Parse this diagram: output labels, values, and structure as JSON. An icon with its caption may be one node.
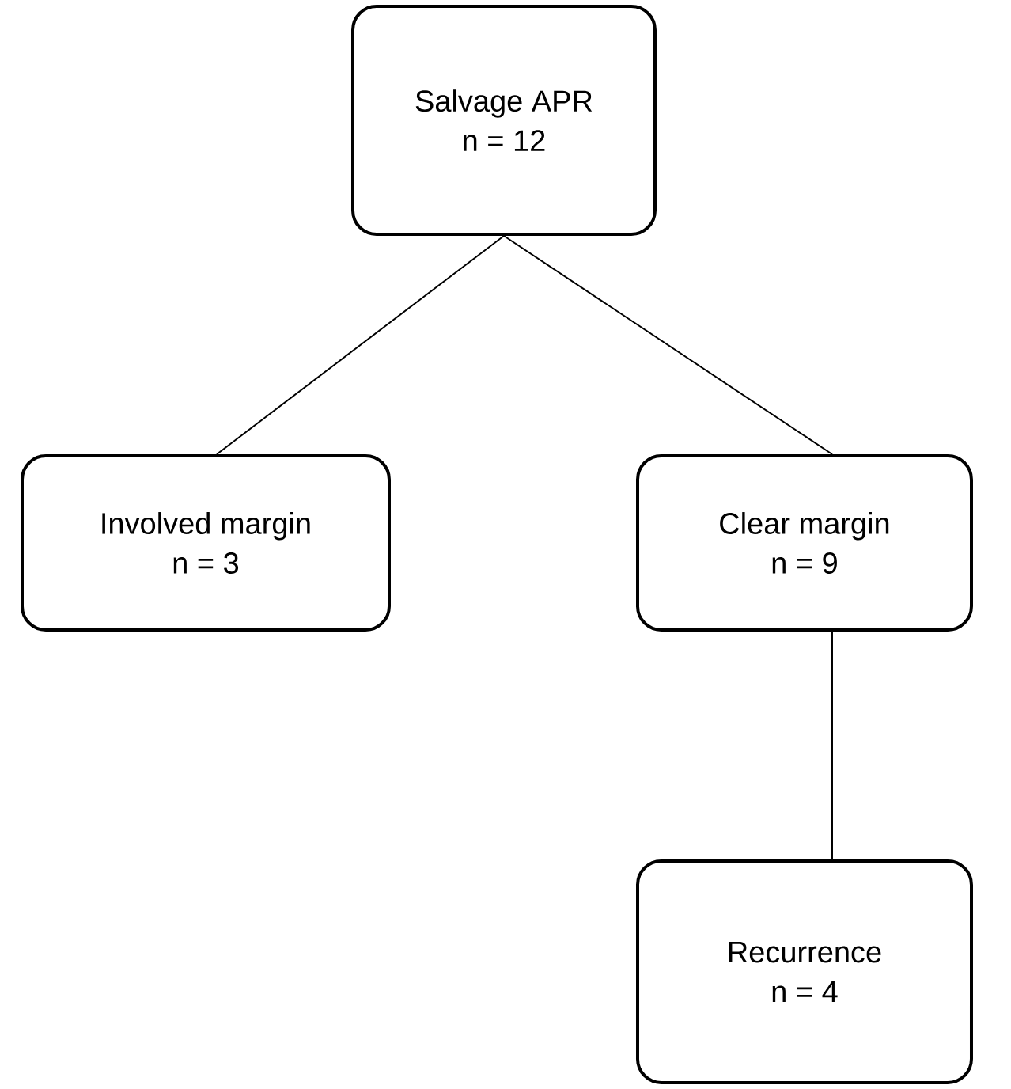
{
  "diagram": {
    "nodes": [
      {
        "text": [
          "Salvage APR",
          "n = 12"
        ]
      },
      {
        "text": [
          "Involved margin",
          "n = 3"
        ]
      },
      {
        "text": [
          "Clear margin",
          "n = 9"
        ]
      },
      {
        "text": [
          "Recurrence",
          "n = 4"
        ]
      }
    ],
    "edges": [
      {
        "from": 0,
        "to": 1,
        "arrow": "none"
      },
      {
        "from": 0,
        "to": 2,
        "arrow": "none"
      },
      {
        "from": 2,
        "to": 3,
        "arrow": "none"
      }
    ]
  }
}
